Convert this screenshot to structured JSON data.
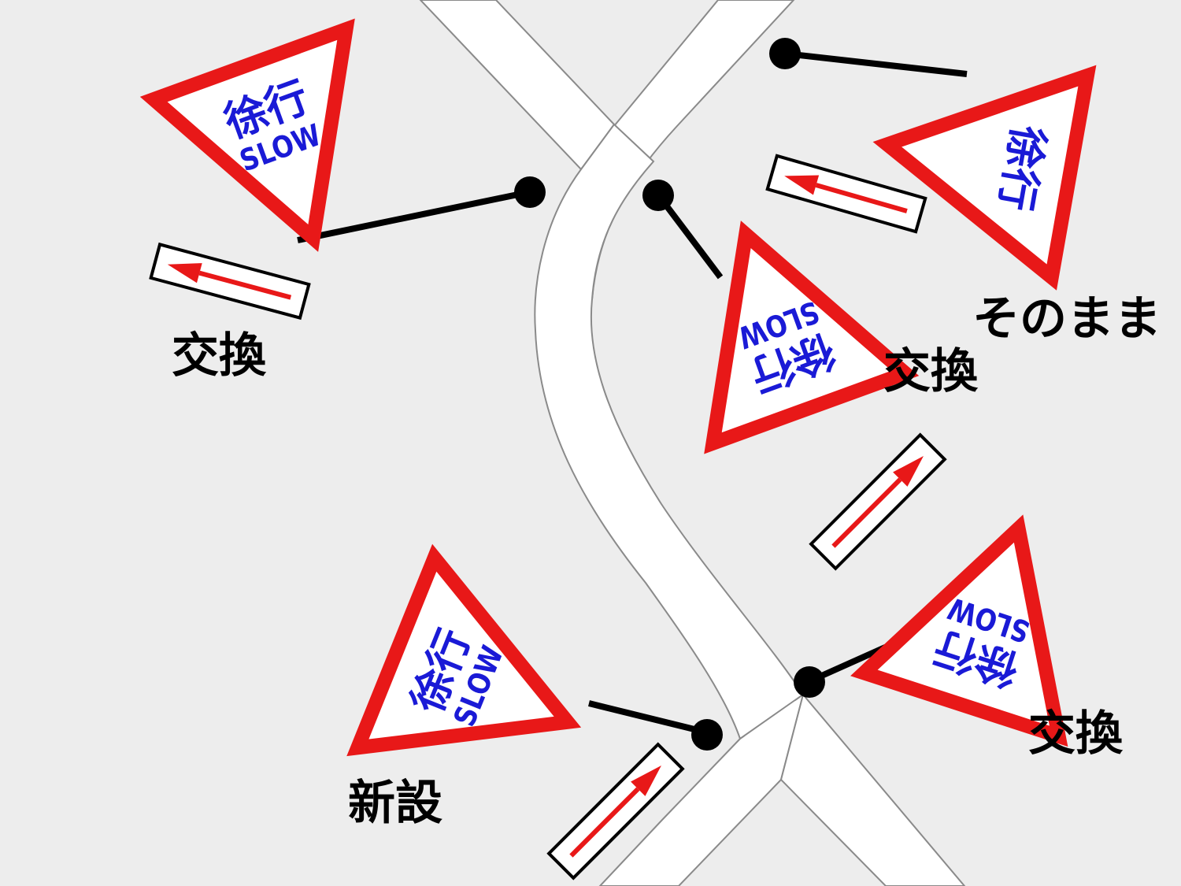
{
  "colors": {
    "background": "#ededed",
    "road": "#ffffff",
    "road_edge": "#8a8a8a",
    "sign_border": "#e81818",
    "sign_text": "#1a1ad6",
    "arrow": "#e81818",
    "pole": "#000000"
  },
  "sign": {
    "kanji": "徐行",
    "english": "SLOW"
  },
  "labels": {
    "top_left": "交換",
    "middle_right": "交換",
    "top_right": "そのまま",
    "bottom_right": "交換",
    "bottom_center": "新設"
  },
  "icons": {
    "sign": "slow-triangle-sign-icon",
    "plate": "direction-arrow-plate-icon",
    "pole": "pole-pin-icon"
  }
}
